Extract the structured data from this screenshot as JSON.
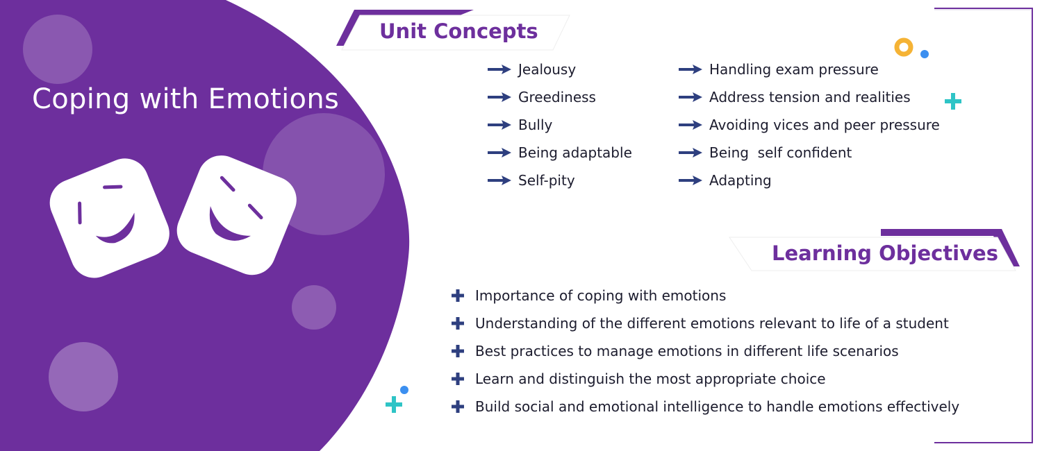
{
  "title": "Coping with Emotions",
  "unit_concepts": {
    "heading": "Unit Concepts",
    "left_items": [
      "Jealousy",
      "Greediness",
      "Bully",
      "Being adaptable",
      "Self-pity"
    ],
    "right_items": [
      "Handling exam pressure",
      "Address tension and realities",
      "Avoiding vices and peer pressure",
      "Being  self confident",
      "Adapting"
    ]
  },
  "learning_objectives": {
    "heading": "Learning Objectives",
    "items": [
      "Importance of coping with emotions",
      "Understanding of the different emotions relevant to life of a student",
      "Best practices to manage emotions in different life scenarios",
      "Learn and distinguish the most appropriate choice",
      "Build social and emotional intelligence to handle emotions effectively"
    ]
  },
  "icons": {
    "masks": "comedy-masks-icon",
    "bullet_arrow": "arrow-right-icon",
    "bullet_plus": "plus-icon"
  },
  "colors": {
    "primary_purple": "#6d2f9d",
    "bullet_navy": "#2e3f7f",
    "teal_accent": "#2ec4c6",
    "orange_accent": "#f5b335",
    "blue_accent": "#3b8ff0",
    "text": "#1c1c2e"
  }
}
